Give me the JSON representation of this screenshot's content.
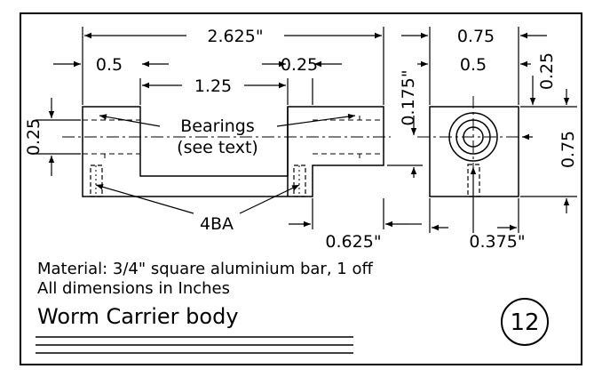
{
  "drawing": {
    "dimensions": {
      "overall_length": "2.625\"",
      "left_block": "0.5",
      "right_block": "0.25",
      "recess": "1.25",
      "left_height": "0.25",
      "vertical_offset": "0.175\"",
      "end_gap": "0.625\"",
      "end_width": "0.75",
      "end_inner": "0.5",
      "end_top": "0.25",
      "end_height": "0.75",
      "end_hole": "0.375\""
    },
    "labels": {
      "bearings_line1": "Bearings",
      "bearings_line2": "(see text)",
      "thread": "4BA"
    },
    "notes": {
      "material": "Material: 3/4\" square aluminium bar, 1 off",
      "units": "All dimensions in Inches"
    },
    "title_block": {
      "title": "Worm Carrier body",
      "sheet_number": "12"
    }
  }
}
